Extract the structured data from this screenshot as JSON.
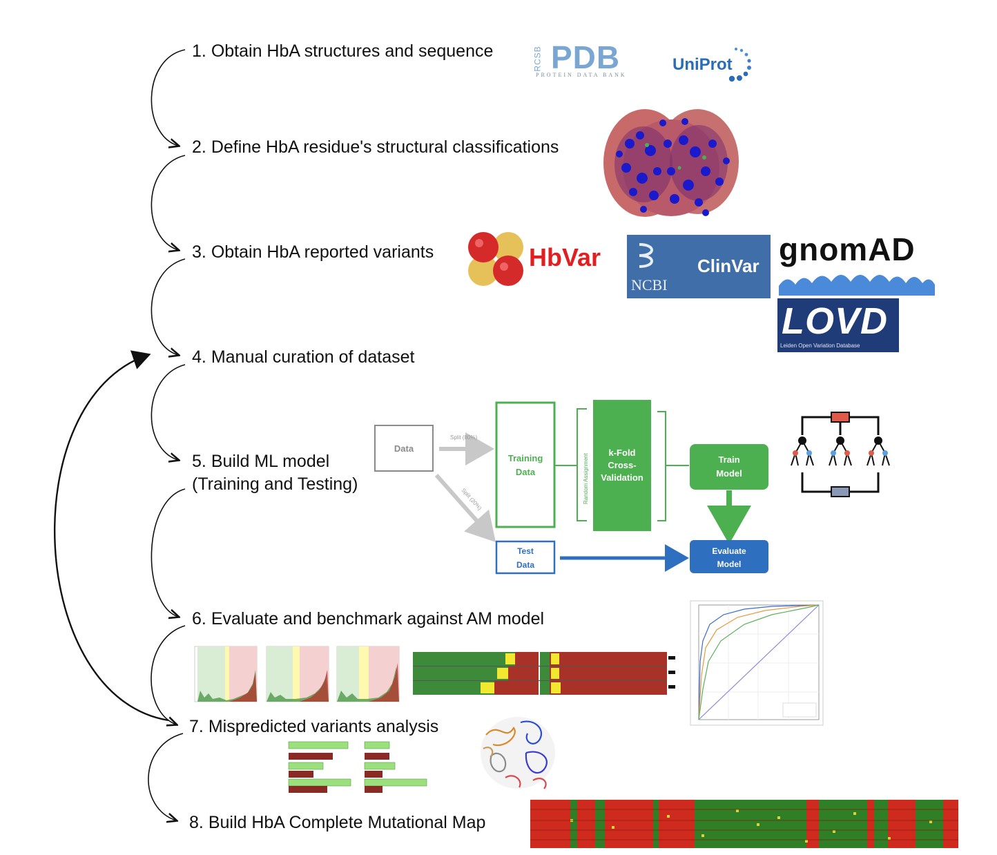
{
  "steps": [
    {
      "num": "1.",
      "text": "Obtain HbA structures and sequence"
    },
    {
      "num": "2.",
      "text": "Define HbA residue's structural classifications"
    },
    {
      "num": "3.",
      "text": "Obtain HbA reported variants"
    },
    {
      "num": "4.",
      "text": "Manual curation of dataset"
    },
    {
      "num": "5.",
      "text": "Build ML model",
      "text2": "(Training and Testing)"
    },
    {
      "num": "6.",
      "text": "Evaluate and benchmark against AM model"
    },
    {
      "num": "7.",
      "text": "Mispredicted variants analysis"
    },
    {
      "num": "8.",
      "text": "Build HbA Complete Mutational Map"
    }
  ],
  "logos": {
    "rcsb": "RCSB",
    "pdb": "PDB",
    "pdb_sub": "PROTEIN DATA BANK",
    "uniprot": "UniProt",
    "hbvar": "HbVar",
    "ncbi": "NCBI",
    "clinvar": "ClinVar",
    "gnomad": "gnomAD",
    "lovd": "LOVD",
    "lovd_sub": "Leiden Open Variation Database"
  },
  "ml": {
    "data": "Data",
    "split_train": "Split (80%)",
    "split_test": "Split (20%)",
    "training_line1": "Training",
    "training_line2": "Data",
    "random": "Random Assignment",
    "kfold_line1": "k-Fold",
    "kfold_line2": "Cross-",
    "kfold_line3": "Validation",
    "train_line1": "Train",
    "train_line2": "Model",
    "test_line1": "Test",
    "test_line2": "Data",
    "eval_line1": "Evaluate",
    "eval_line2": "Model"
  },
  "colors": {
    "green": "#4caf50",
    "green_light": "#9ed99a",
    "blue": "#2f6fbf",
    "red": "#b03a2e",
    "pdb_blue": "#7aa6d4",
    "clinvar_bg": "#3f6ea8",
    "lovd_bg": "#1f3b78"
  }
}
